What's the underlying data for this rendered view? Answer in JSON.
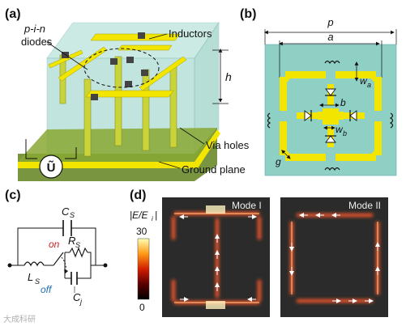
{
  "panels": {
    "a": {
      "label": "(a)",
      "diodes_label_1": "p-i-n",
      "diodes_label_2": "diodes",
      "inductors_label": "Inductors",
      "height_label": "h",
      "via_label": "Via holes",
      "ground_label": "Ground plane",
      "source_label": "Ũ"
    },
    "b": {
      "label": "(b)",
      "p_label": "p",
      "a_label": "a",
      "wa_label": "w",
      "wa_sub": "a",
      "b_label": "b",
      "wb_label": "w",
      "wb_sub": "b",
      "g_label": "g"
    },
    "c": {
      "label": "(c)",
      "cs_label": "C",
      "cs_sub": "S",
      "on_label": "on",
      "rs_label": "R",
      "rs_sub": "S",
      "ls_label": "L",
      "ls_sub": "S",
      "off_label": "off",
      "cj_label": "C",
      "cj_sub": "j"
    },
    "d": {
      "label": "(d)",
      "colorbar_title": "|E/E",
      "colorbar_title_sub": "i",
      "colorbar_title_end": "|",
      "colorbar_max": "30",
      "colorbar_min": "0",
      "mode1_label": "Mode I",
      "mode2_label": "Mode II"
    }
  },
  "colors": {
    "substrate": "#8fd0c4",
    "yellow": "#f2e600",
    "on_red": "#cc2020",
    "off_blue": "#1f6fb8",
    "field_hot": "#ff5a2a"
  },
  "watermark": "大成科研"
}
